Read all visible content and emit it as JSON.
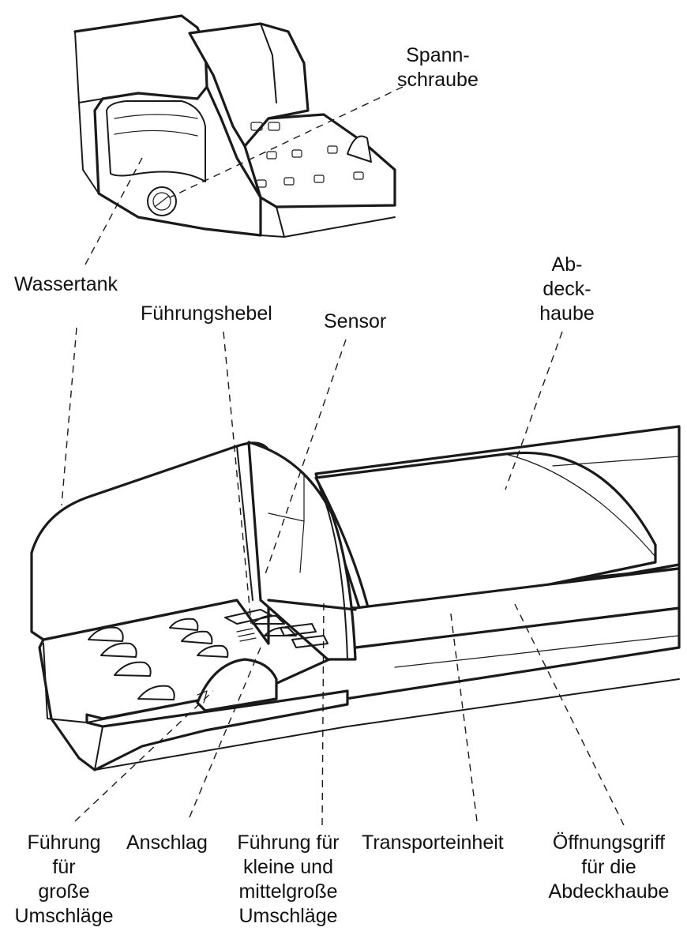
{
  "labels": {
    "spannschraube": [
      "Spann-",
      "schraube"
    ],
    "wassertank": [
      "Wassertank"
    ],
    "fuehrungshebel": [
      "Führungshebel"
    ],
    "sensor": [
      "Sensor"
    ],
    "abdeckhaube": [
      "Ab-",
      "deck-",
      "haube"
    ],
    "fuehrung_gross": [
      "Führung",
      "für",
      "große",
      "Umschläge"
    ],
    "anschlag": [
      "Anschlag"
    ],
    "fuehrung_klein": [
      "Führung für",
      "kleine und",
      "mittelgroße",
      "Umschläge"
    ],
    "transporteinheit": [
      "Transporteinheit"
    ],
    "oeffnungsgriff": [
      "Öffnungsgriff",
      "für die",
      "Abdeckhaube"
    ]
  }
}
